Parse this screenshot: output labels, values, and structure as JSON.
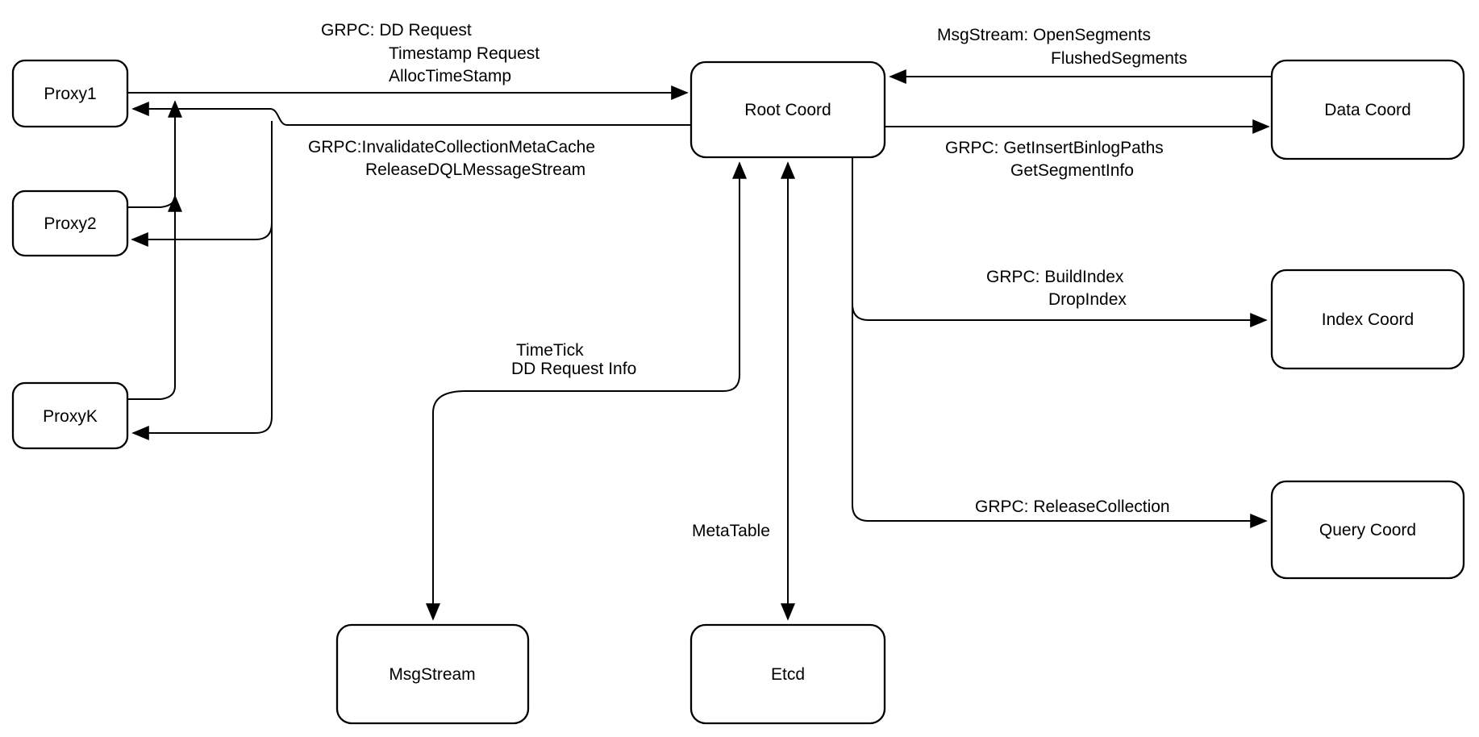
{
  "diagram": {
    "description": "Root Coord architecture diagram"
  },
  "nodes": {
    "proxy1": {
      "label": "Proxy1"
    },
    "proxy2": {
      "label": "Proxy2"
    },
    "proxyk": {
      "label": "ProxyK"
    },
    "root_coord": {
      "label": "Root Coord"
    },
    "data_coord": {
      "label": "Data Coord"
    },
    "index_coord": {
      "label": "Index Coord"
    },
    "query_coord": {
      "label": "Query Coord"
    },
    "msgstream": {
      "label": "MsgStream"
    },
    "etcd": {
      "label": "Etcd"
    }
  },
  "edges": {
    "proxy_to_root": {
      "lines": [
        "GRPC: DD Request",
        "Timestamp Request",
        "AllocTimeStamp"
      ]
    },
    "root_to_proxy": {
      "lines": [
        "GRPC:InvalidateCollectionMetaCache",
        "ReleaseDQLMessageStream"
      ]
    },
    "data_to_root": {
      "lines": [
        "MsgStream: OpenSegments",
        "FlushedSegments"
      ]
    },
    "root_to_data": {
      "lines": [
        "GRPC: GetInsertBinlogPaths",
        "GetSegmentInfo"
      ]
    },
    "root_to_index": {
      "lines": [
        "GRPC: BuildIndex",
        "DropIndex"
      ]
    },
    "root_to_query": {
      "lines": [
        "GRPC: ReleaseCollection"
      ]
    },
    "root_to_msgstream": {
      "lines": [
        "TimeTick",
        "DD Request Info"
      ]
    },
    "root_to_etcd": {
      "lines": [
        "MetaTable"
      ]
    }
  },
  "colors": {
    "stroke": "#000000",
    "background": "#ffffff",
    "box_fill": "#ffffff"
  }
}
